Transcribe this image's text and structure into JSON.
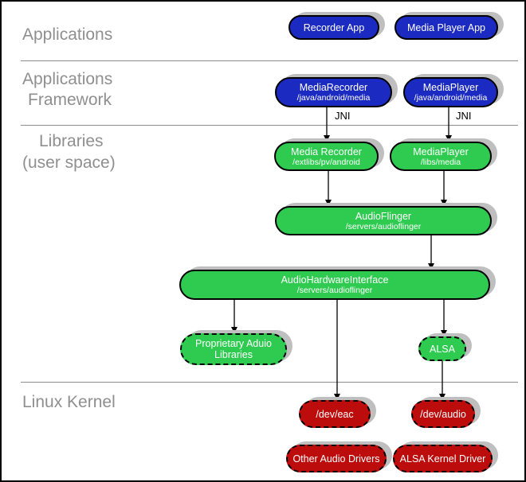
{
  "layers": {
    "applications": "Applications",
    "framework_line1": "Applications",
    "framework_line2": "Framework",
    "libraries_line1": "Libraries",
    "libraries_line2": "(user space)",
    "kernel": "Linux Kernel"
  },
  "nodes": {
    "recorder_app": {
      "title": "Recorder App"
    },
    "media_player_app": {
      "title": "Media Player App"
    },
    "media_recorder_fw": {
      "title": "MediaRecorder",
      "path": "/java/android/media"
    },
    "media_player_fw": {
      "title": "MediaPlayer",
      "path": "/java/android/media"
    },
    "media_recorder_lib": {
      "title": "Media Recorder",
      "path": "/extlibs/pv/android"
    },
    "media_player_lib": {
      "title": "MediaPlayer",
      "path": "/libs/media"
    },
    "audio_flinger": {
      "title": "AudioFlinger",
      "path": "/servers/audioflinger"
    },
    "audio_hw_interface": {
      "title": "AudioHardwareInterface",
      "path": "/servers/audioflinger"
    },
    "proprietary_audio": {
      "title": "Proprietary Aduio",
      "title_line2": "Libraries"
    },
    "alsa": {
      "title": "ALSA"
    },
    "dev_eac": {
      "title": "/dev/eac"
    },
    "dev_audio": {
      "title": "/dev/audio"
    },
    "other_audio_drivers": {
      "title": "Other Audio Drivers"
    },
    "alsa_kernel_driver": {
      "title": "ALSA Kernel Driver"
    }
  },
  "edge_labels": {
    "jni_left": "JNI",
    "jni_right": "JNI"
  },
  "colors": {
    "app_blue": "#1b2ac1",
    "lib_green": "#2fcb50",
    "kernel_red": "#bc0c0c",
    "shadow_gray": "#bfbfbf",
    "label_gray": "#8f8f8f",
    "line_gray": "#8c8c8c"
  }
}
